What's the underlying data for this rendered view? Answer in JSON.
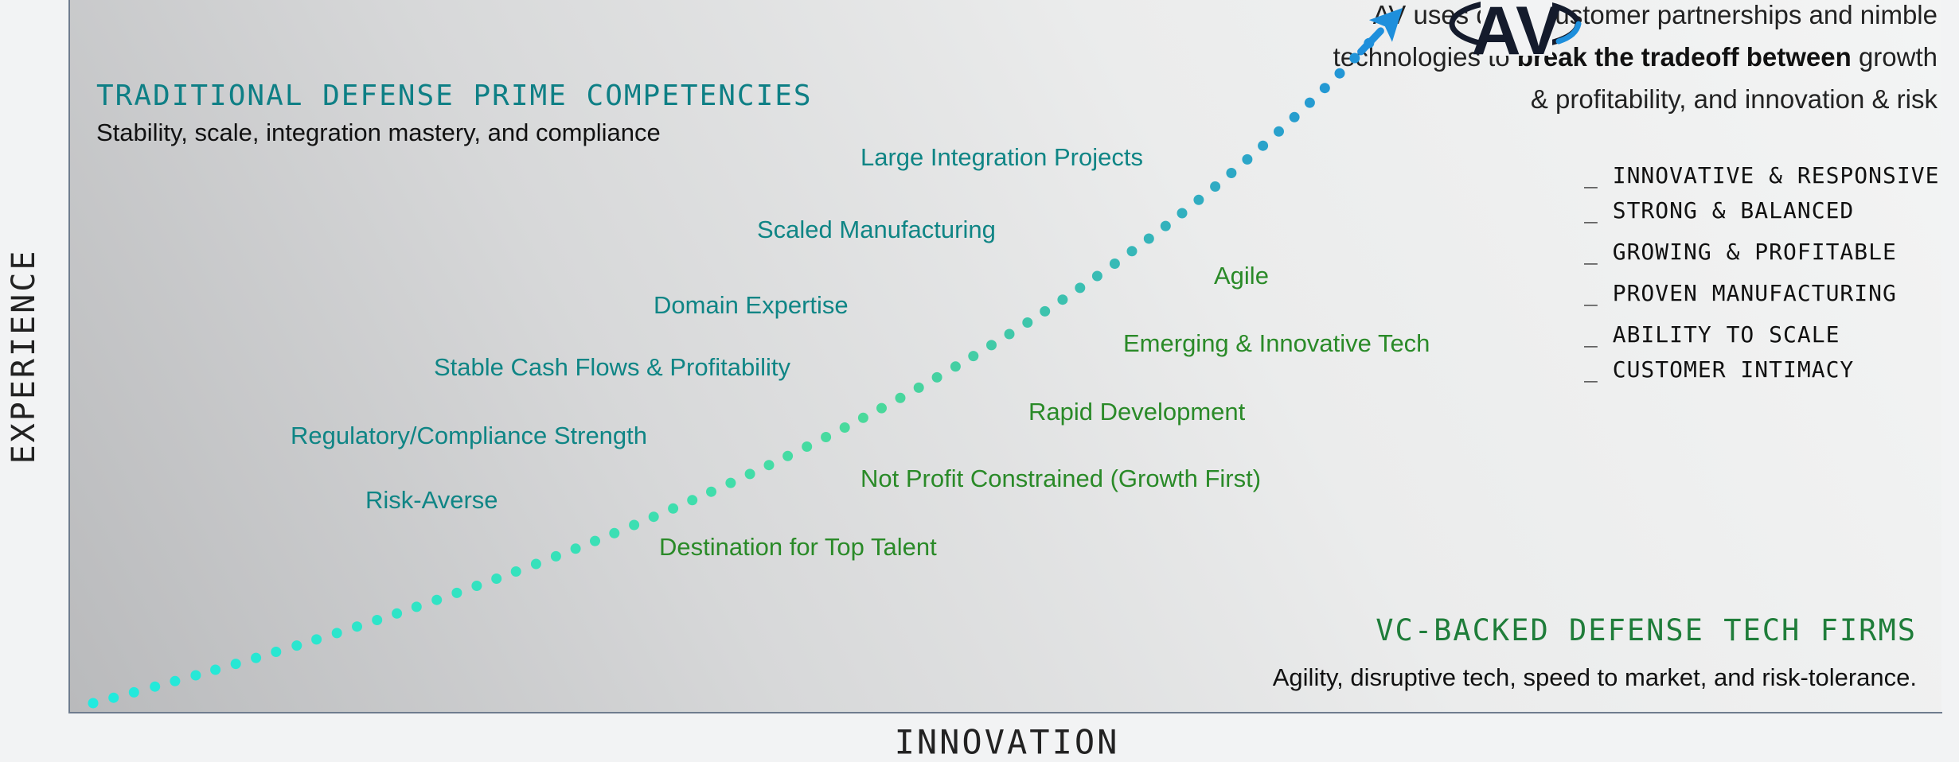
{
  "axes": {
    "y_label": "EXPERIENCE",
    "x_label": "INNOVATION"
  },
  "traditional": {
    "title": "TRADITIONAL DEFENSE PRIME COMPETENCIES",
    "subtitle": "Stability, scale, integration mastery, and compliance",
    "items": [
      "Large Integration Projects",
      "Scaled Manufacturing",
      "Domain Expertise",
      "Stable Cash Flows & Profitability",
      "Regulatory/Compliance Strength",
      "Risk-Averse"
    ]
  },
  "vc_backed": {
    "title": "VC-BACKED DEFENSE TECH FIRMS",
    "subtitle": "Agility, disruptive tech, speed to market, and risk-tolerance.",
    "items": [
      "Agile",
      "Emerging  & Innovative Tech",
      "Rapid Development",
      "Not Profit Constrained (Growth First)",
      "Destination for Top Talent"
    ]
  },
  "av": {
    "logo_text": "AV",
    "statement_part1": "AV uses deep customer partnerships and nimble technologies to ",
    "statement_bold": "break the tradeoff between",
    "statement_part2": " growth & profitability, and innovation & risk",
    "attributes": [
      "_ INNOVATIVE & RESPONSIVE",
      "_ STRONG & BALANCED",
      "_ GROWING & PROFITABLE",
      "_ PROVEN MANUFACTURING",
      "_ ABILITY TO SCALE",
      "_ CUSTOMER INTIMACY"
    ]
  },
  "colors": {
    "teal_text": "#0f8585",
    "green_text": "#2a8a28",
    "curve_start": "#21eadf",
    "curve_mid": "#4ad99a",
    "curve_end": "#1e8fdc",
    "logo_navy": "#141b2c",
    "logo_blue": "#1e8fdc"
  },
  "icons": {
    "curve_arrowhead": "arrow-up-right-icon"
  }
}
